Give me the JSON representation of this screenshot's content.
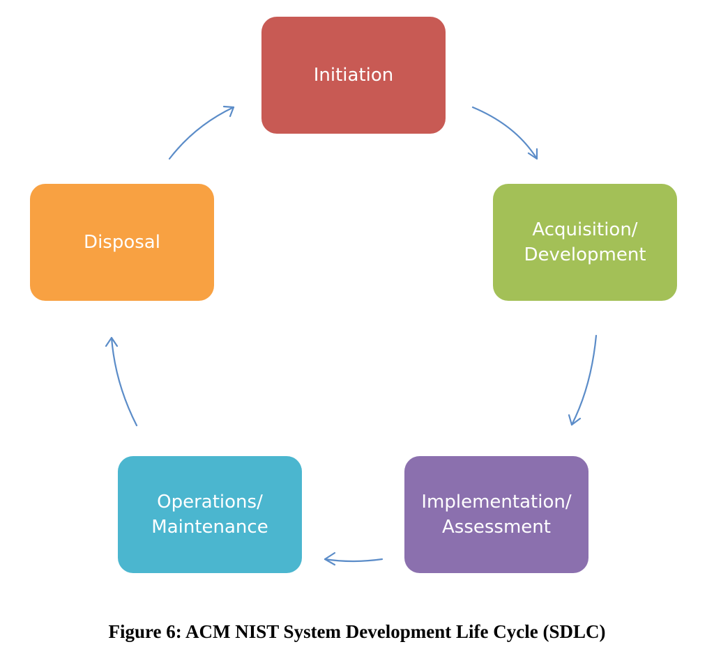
{
  "diagram": {
    "nodes": [
      {
        "id": "initiation",
        "label": "Initiation",
        "color": "#c85a54"
      },
      {
        "id": "acquisition-development",
        "label": "Acquisition/\nDevelopment",
        "color": "#a3c057"
      },
      {
        "id": "implementation-assessment",
        "label": "Implementation/\nAssessment",
        "color": "#8b70ae"
      },
      {
        "id": "operations-maintenance",
        "label": "Operations/\nMaintenance",
        "color": "#4bb6cf"
      },
      {
        "id": "disposal",
        "label": "Disposal",
        "color": "#f8a142"
      }
    ],
    "edges": [
      {
        "from": "initiation",
        "to": "acquisition-development"
      },
      {
        "from": "acquisition-development",
        "to": "implementation-assessment"
      },
      {
        "from": "implementation-assessment",
        "to": "operations-maintenance"
      },
      {
        "from": "operations-maintenance",
        "to": "disposal"
      },
      {
        "from": "disposal",
        "to": "initiation"
      }
    ],
    "arrow_color": "#5b8cc8"
  },
  "caption": "Figure 6: ACM NIST System Development Life Cycle (SDLC)"
}
